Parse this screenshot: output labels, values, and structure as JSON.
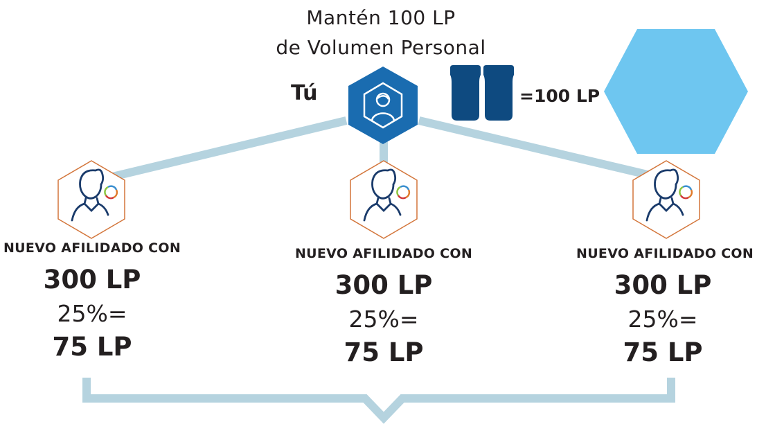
{
  "heading": {
    "line1": "Mantén 100 LP",
    "line2": "de Volumen Personal"
  },
  "you": {
    "label": "Tú",
    "icon": "person-icon"
  },
  "product": {
    "icon": "product-bottles-icon",
    "equals_label": "=100 LP"
  },
  "affiliates": [
    {
      "label": "NUEVO AFILIDADO CON",
      "volume": "300 LP",
      "percent": "25%=",
      "result": "75 LP",
      "icon": "person-icon"
    },
    {
      "label": "NUEVO AFILIDADO CON",
      "volume": "300 LP",
      "percent": "25%=",
      "result": "75 LP",
      "icon": "person-icon"
    },
    {
      "label": "NUEVO AFILIDADO CON",
      "volume": "300 LP",
      "percent": "25%=",
      "result": "75 LP",
      "icon": "person-icon"
    }
  ],
  "colors": {
    "you_hex": "#1a6cb0",
    "bottle": "#0e4a80",
    "light_hex": "#6ec6f0",
    "connector": "#b5d3df",
    "affiliate_outline": "#d3753a",
    "person_stroke": "#1a3b6b"
  }
}
